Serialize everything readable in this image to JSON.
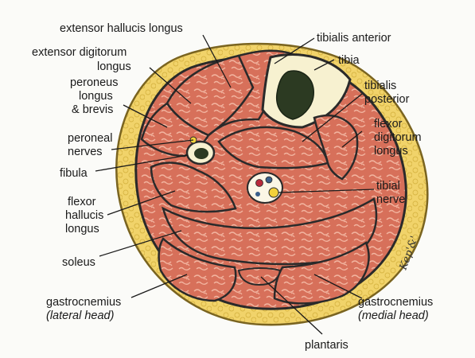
{
  "diagram": {
    "labels": {
      "extensor_hallucis_longus": [
        "extensor hallucis longus"
      ],
      "extensor_digitorum_longus": [
        "extensor digitorum",
        "longus"
      ],
      "tibialis_anterior": [
        "tibialis anterior"
      ],
      "tibia": [
        "tibia"
      ],
      "peroneus": [
        "peroneus",
        "longus",
        "& brevis"
      ],
      "tibialis_posterior": [
        "tibialis",
        "posterior"
      ],
      "peroneal_nerves": [
        "peroneal",
        "nerves"
      ],
      "flexor_digitorum_longus": [
        "flexor",
        "digitorum",
        "longus"
      ],
      "fibula": [
        "fibula"
      ],
      "tibial_nerve": [
        "tibial",
        "nerve"
      ],
      "flexor_hallucis_longus": [
        "flexor",
        "hallucis",
        "longus"
      ],
      "soleus": [
        "soleus"
      ],
      "gastrocnemius_lateral": [
        "gastrocnemius",
        "(lateral head)"
      ],
      "gastrocnemius_medial": [
        "gastrocnemius",
        "(medial head)"
      ],
      "plantaris": [
        "plantaris"
      ]
    },
    "signature": "Kep'&'",
    "colors": {
      "fat": "#f1d36a",
      "fat_border": "#7a6420",
      "muscle": "#d7705a",
      "muscle_texture": "#f2b49f",
      "bone": "#f7f1d0",
      "marrow": "#2c3a22",
      "outline": "#2a2a2a",
      "nerve": "#f3d23a",
      "artery": "#b8283a",
      "vein": "#3b5f8a"
    }
  }
}
